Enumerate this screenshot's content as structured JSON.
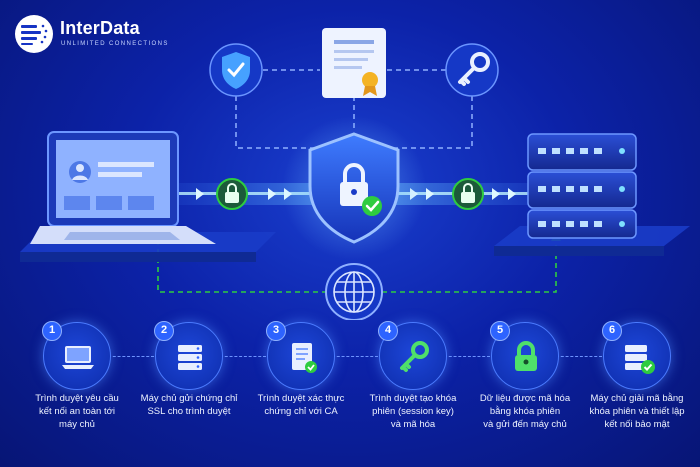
{
  "brand": {
    "name": "InterData",
    "tagline": "UNLIMITED CONNECTIONS"
  },
  "colors": {
    "background": "#0c22a8",
    "accent": "#2d63ff",
    "green": "#2ecc40",
    "line": "#6f94ff"
  },
  "top_icons": [
    "shield-check-icon",
    "certificate-icon",
    "key-icon"
  ],
  "nodes": {
    "client": "laptop-icon",
    "center": "shield-lock-icon",
    "server": "server-rack-icon",
    "network": "globe-icon"
  },
  "steps": [
    {
      "number": "1",
      "icon": "laptop-icon",
      "lines": [
        "Trình duyệt yêu cầu",
        "kết nối an toàn tới",
        "máy chủ"
      ]
    },
    {
      "number": "2",
      "icon": "server-icon",
      "lines": [
        "Máy chủ gửi chứng chỉ",
        "SSL cho trình duyệt"
      ]
    },
    {
      "number": "3",
      "icon": "document-check-icon",
      "lines": [
        "Trình duyệt xác thực",
        "chứng chỉ với CA"
      ]
    },
    {
      "number": "4",
      "icon": "key-icon",
      "lines": [
        "Trình duyệt tạo khóa",
        "phiên (session key)",
        "và mã hóa"
      ]
    },
    {
      "number": "5",
      "icon": "padlock-icon",
      "lines": [
        "Dữ liệu được mã hóa",
        "bằng khóa phiên",
        "và gửi đến máy chủ"
      ]
    },
    {
      "number": "6",
      "icon": "server-check-icon",
      "lines": [
        "Máy chủ giải mã bằng",
        "khóa phiên và thiết lập",
        "kết nối bảo mật"
      ]
    }
  ]
}
